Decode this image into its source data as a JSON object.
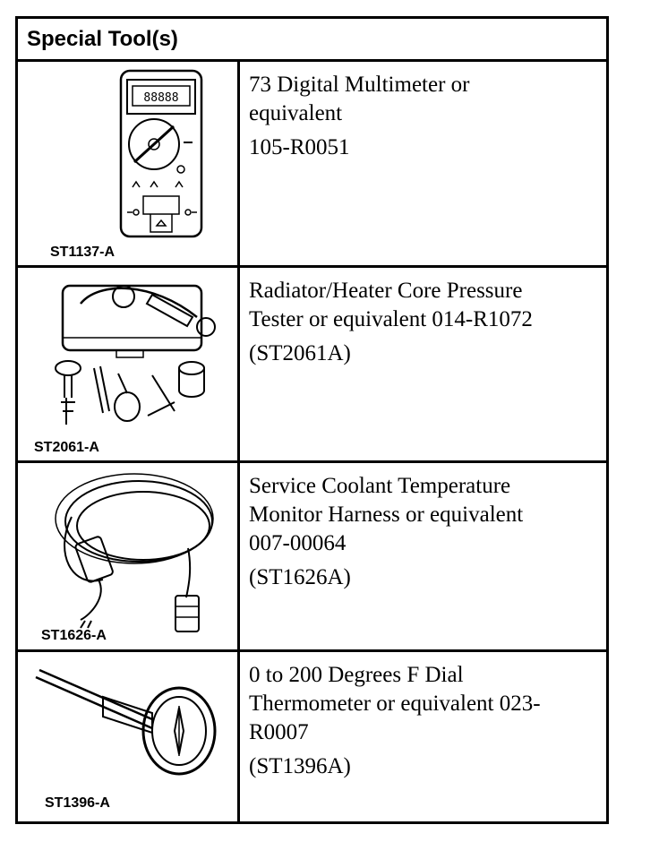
{
  "header": {
    "title": "Special Tool(s)"
  },
  "tools": [
    {
      "code": "ST1137-A",
      "description_lines": [
        "73 Digital Multimeter or",
        "equivalent"
      ],
      "ref": "105-R0051"
    },
    {
      "code": "ST2061-A",
      "description_lines": [
        "Radiator/Heater Core Pressure",
        "Tester or equivalent 014-R1072"
      ],
      "ref": "(ST2061A)"
    },
    {
      "code": "ST1626-A",
      "description_lines": [
        "Service Coolant Temperature",
        "Monitor Harness or equivalent",
        "007-00064"
      ],
      "ref": "(ST1626A)"
    },
    {
      "code": "ST1396-A",
      "description_lines": [
        "0 to 200 Degrees F Dial",
        "Thermometer or equivalent 023-",
        "R0007"
      ],
      "ref": "(ST1396A)"
    }
  ],
  "icons": [
    "multimeter-icon",
    "pressure-tester-icon",
    "harness-icon",
    "dial-thermometer-icon"
  ]
}
